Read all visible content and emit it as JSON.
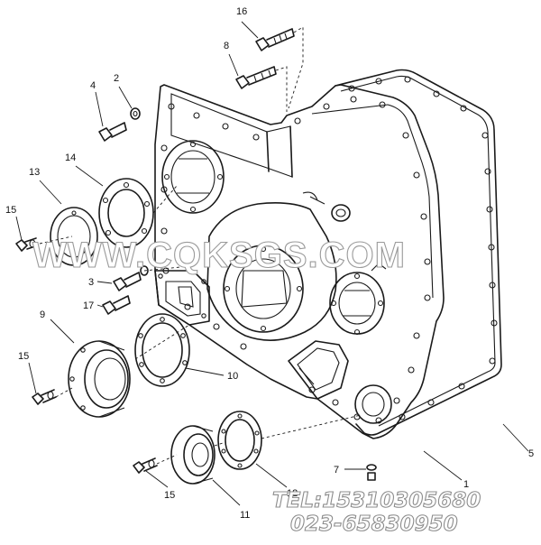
{
  "callouts": {
    "c16": "16",
    "c8": "8",
    "c4": "4",
    "c2": "2",
    "c14": "14",
    "c13": "13",
    "c15a": "15",
    "c3": "3",
    "c17": "17",
    "c9": "9",
    "c15b": "15",
    "c10": "10",
    "c5": "5",
    "c7": "7",
    "c1": "1",
    "c12": "12",
    "c11": "11",
    "c15c": "15"
  },
  "watermark": {
    "site": "WWW.CQKSGS.COM",
    "tel": "TEL:15310305680",
    "phone": "023-65830950"
  }
}
